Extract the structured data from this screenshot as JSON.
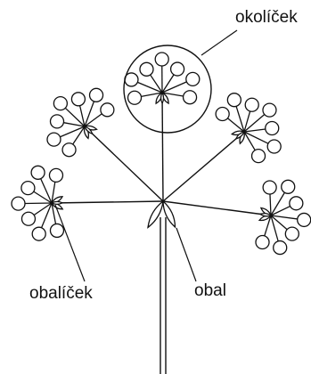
{
  "diagram": {
    "labels": {
      "okolicek": "okolíček",
      "obalicek": "obalíček",
      "obal": "obal"
    },
    "colors": {
      "ink": "#111111",
      "background": "#ffffff"
    }
  }
}
